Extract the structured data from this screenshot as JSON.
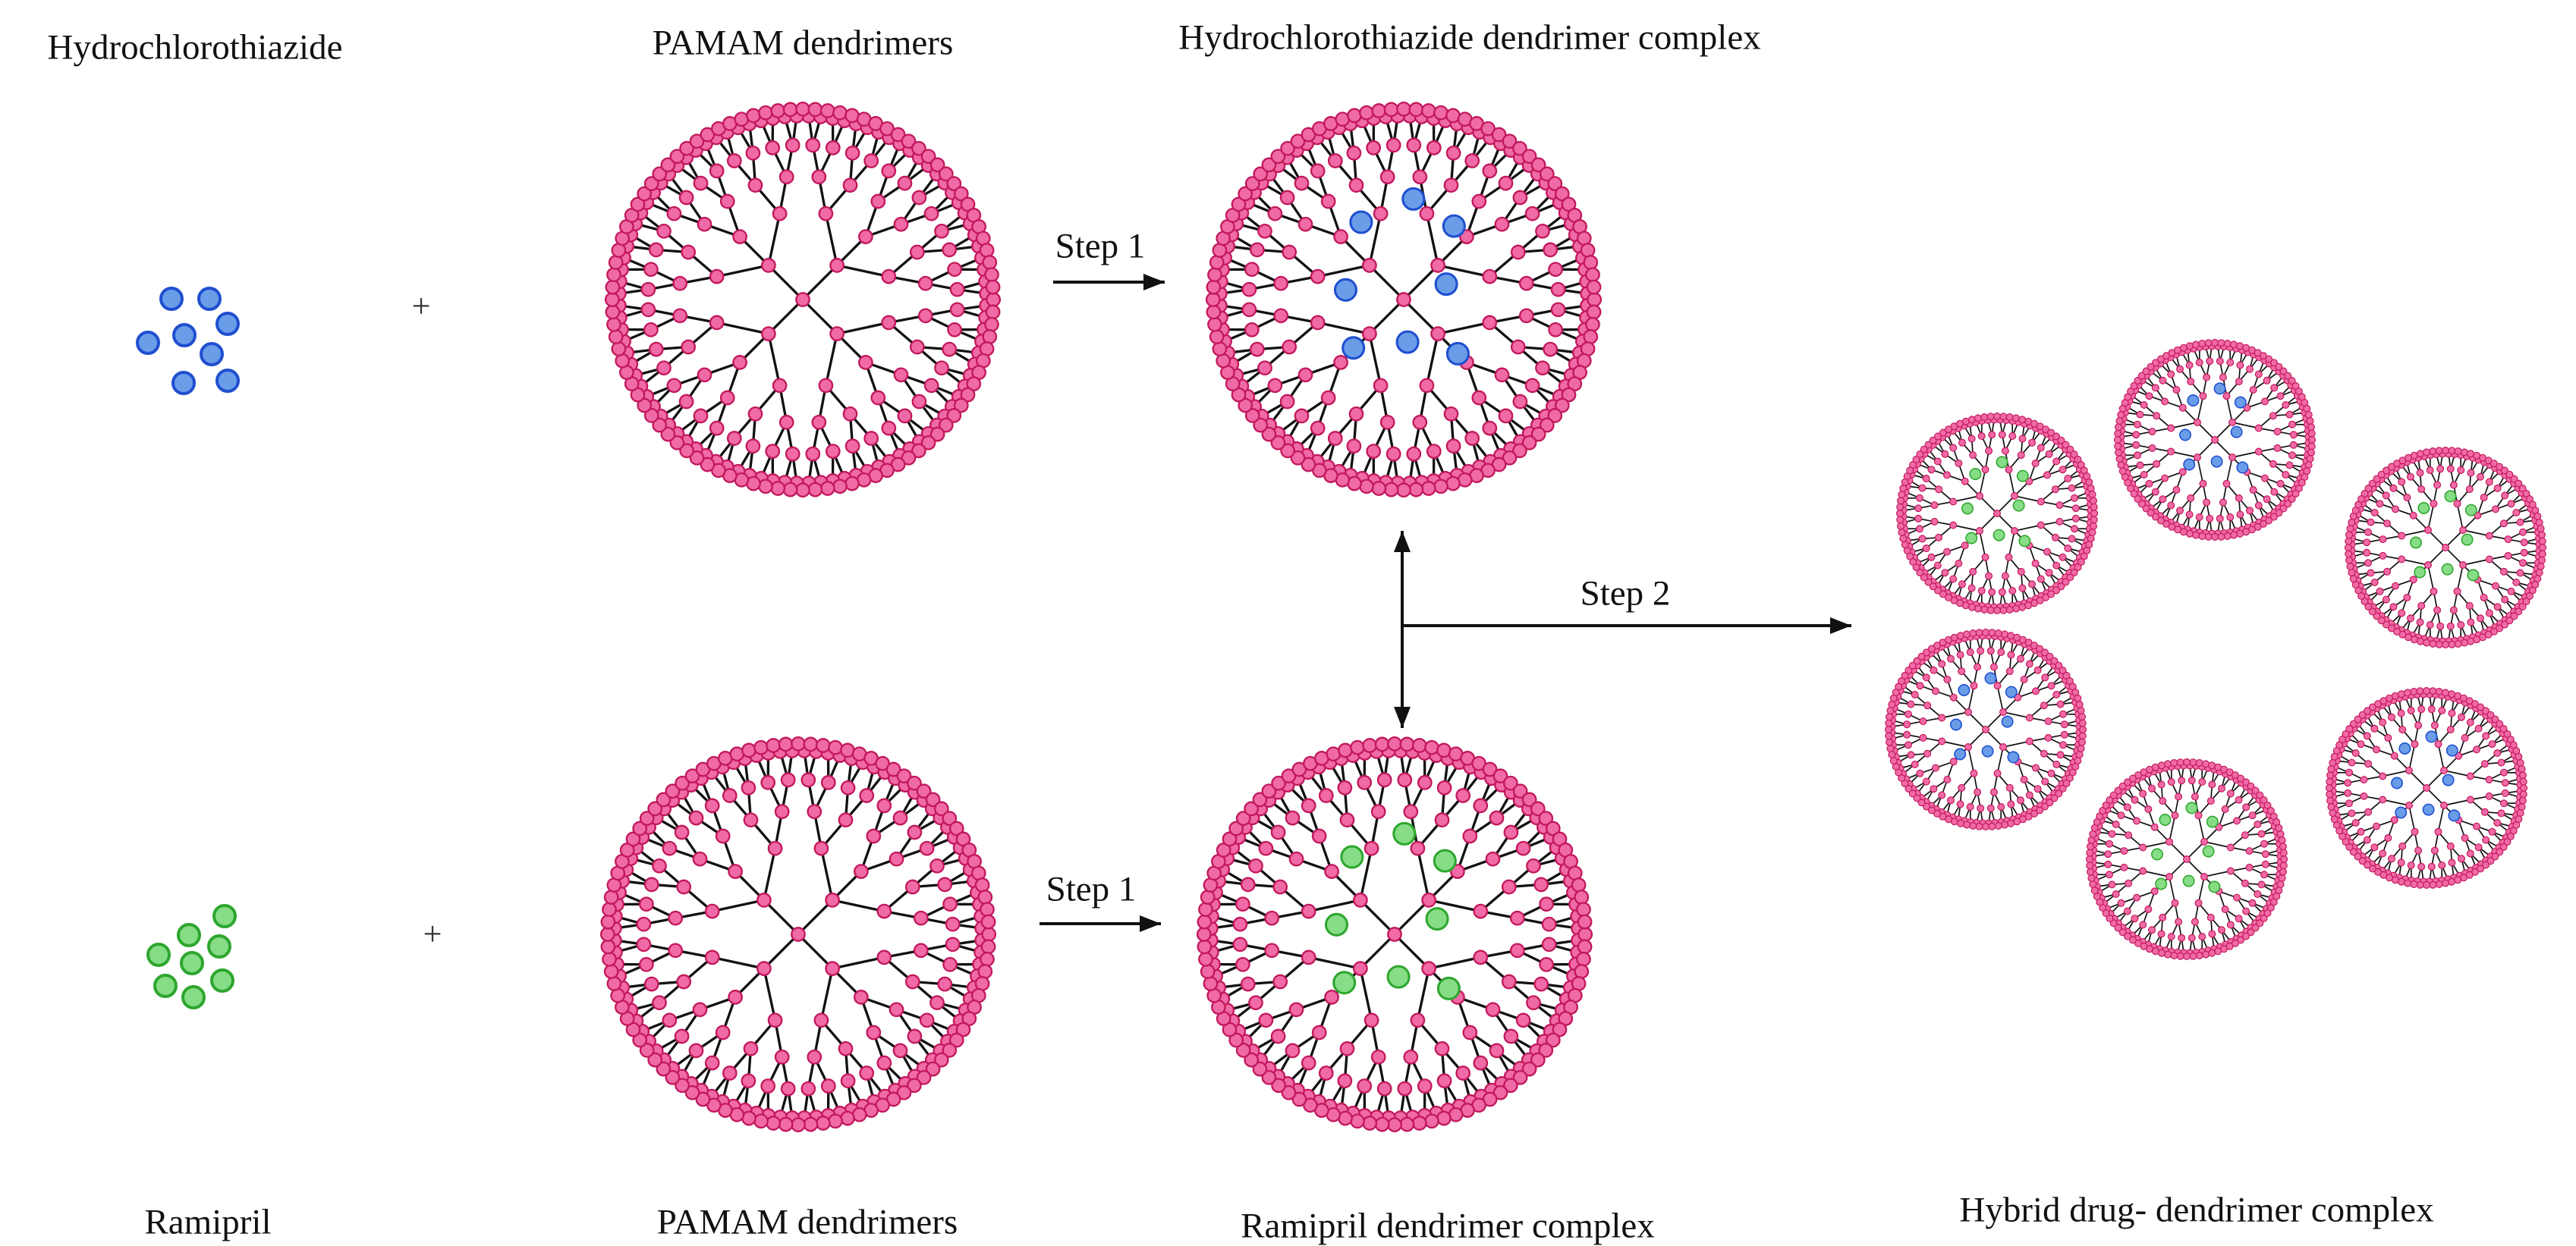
{
  "labels": {
    "hctz": "Hydrochlorothiazide",
    "pamam_top": "PAMAM dendrimers",
    "hctz_complex": "Hydrochlorothiazide dendrimer complex",
    "ramipril": "Ramipril",
    "pamam_bottom": "PAMAM dendrimers",
    "ramipril_complex": "Ramipril dendrimer complex",
    "hybrid_complex": "Hybrid drug- dendrimer complex"
  },
  "steps": {
    "step1_top": "Step 1",
    "step1_bottom": "Step 1",
    "step2": "Step 2"
  },
  "plus_signs": {
    "top": "+",
    "bottom": "+"
  },
  "colors": {
    "dendrimer_node": "#f06aa6",
    "dendrimer_node_stroke": "#c2185b",
    "branch_line": "#111111",
    "hctz_drug_fill": "#6a9de8",
    "hctz_drug_stroke": "#1f4fd0",
    "ramipril_drug_fill": "#86dd86",
    "ramipril_drug_stroke": "#2ea62e",
    "arrow": "#111111"
  }
}
